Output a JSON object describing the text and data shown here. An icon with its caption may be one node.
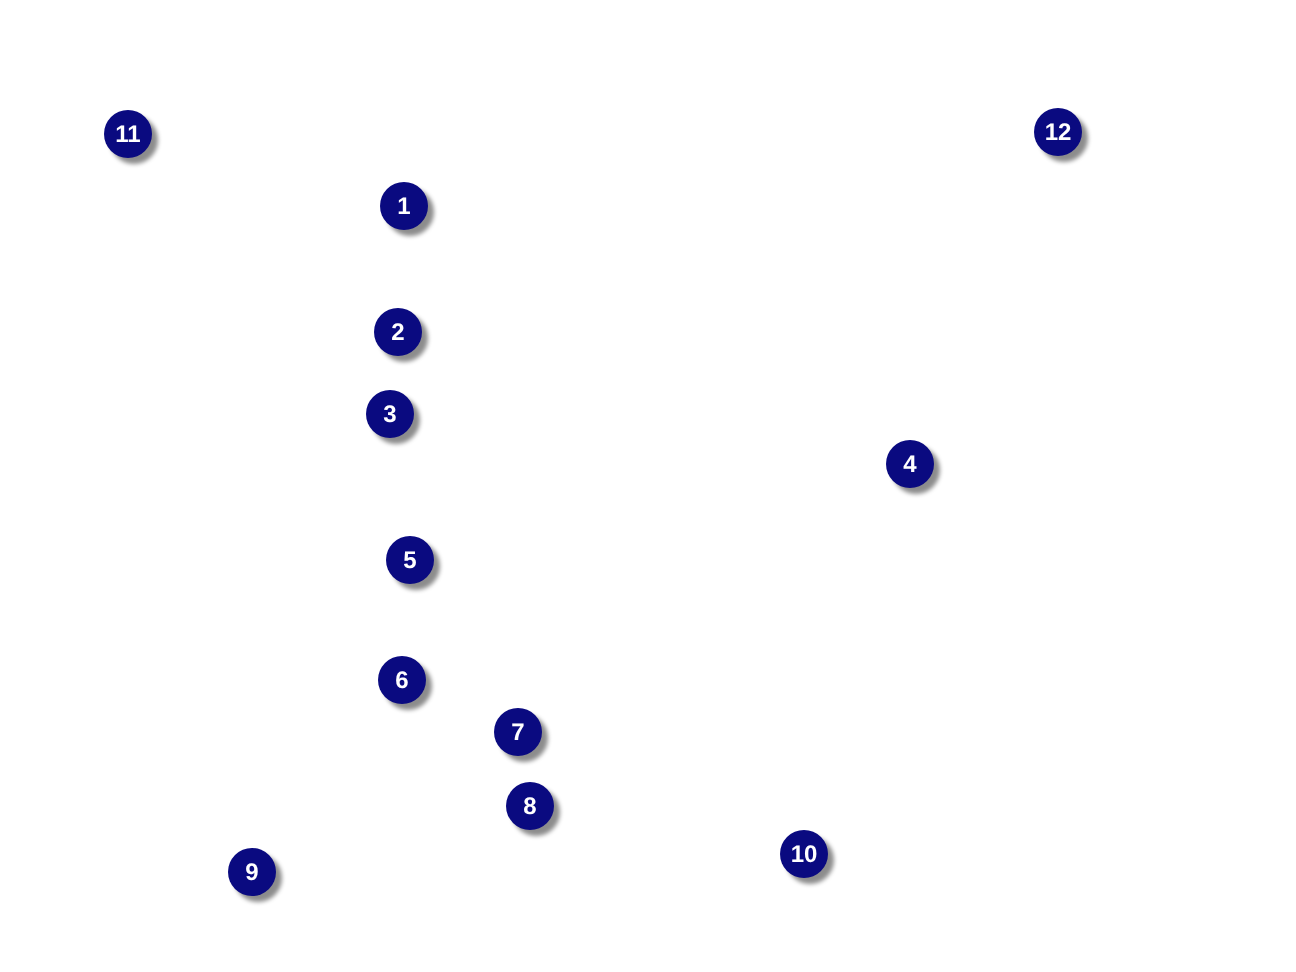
{
  "diagram": {
    "labels": [
      "11",
      "12",
      "1",
      "2",
      "3",
      "4",
      "5",
      "6",
      "7",
      "8",
      "9",
      "10"
    ]
  }
}
